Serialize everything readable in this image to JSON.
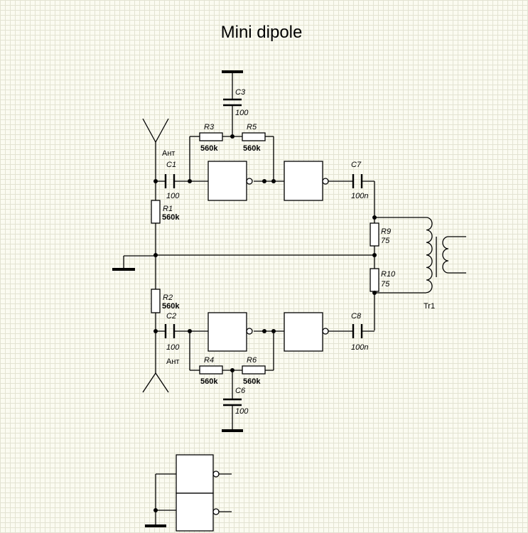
{
  "title": "Mini dipole",
  "labels": {
    "ant_top": "Ант",
    "ant_bottom": "Ант",
    "transformer": "Tr1"
  },
  "components": {
    "C1": {
      "ref": "C1",
      "value": "100"
    },
    "C2": {
      "ref": "C2",
      "value": "100"
    },
    "C3": {
      "ref": "C3",
      "value": "100"
    },
    "C6": {
      "ref": "C6",
      "value": "100"
    },
    "C7": {
      "ref": "C7",
      "value": "100n"
    },
    "C8": {
      "ref": "C8",
      "value": "100n"
    },
    "R1": {
      "ref": "R1",
      "value": "560k"
    },
    "R2": {
      "ref": "R2",
      "value": "560k"
    },
    "R3": {
      "ref": "R3",
      "value": "560k"
    },
    "R4": {
      "ref": "R4",
      "value": "560k"
    },
    "R5": {
      "ref": "R5",
      "value": "560k"
    },
    "R6": {
      "ref": "R6",
      "value": "560k"
    },
    "R9": {
      "ref": "R9",
      "value": "75"
    },
    "R10": {
      "ref": "R10",
      "value": "75"
    }
  }
}
